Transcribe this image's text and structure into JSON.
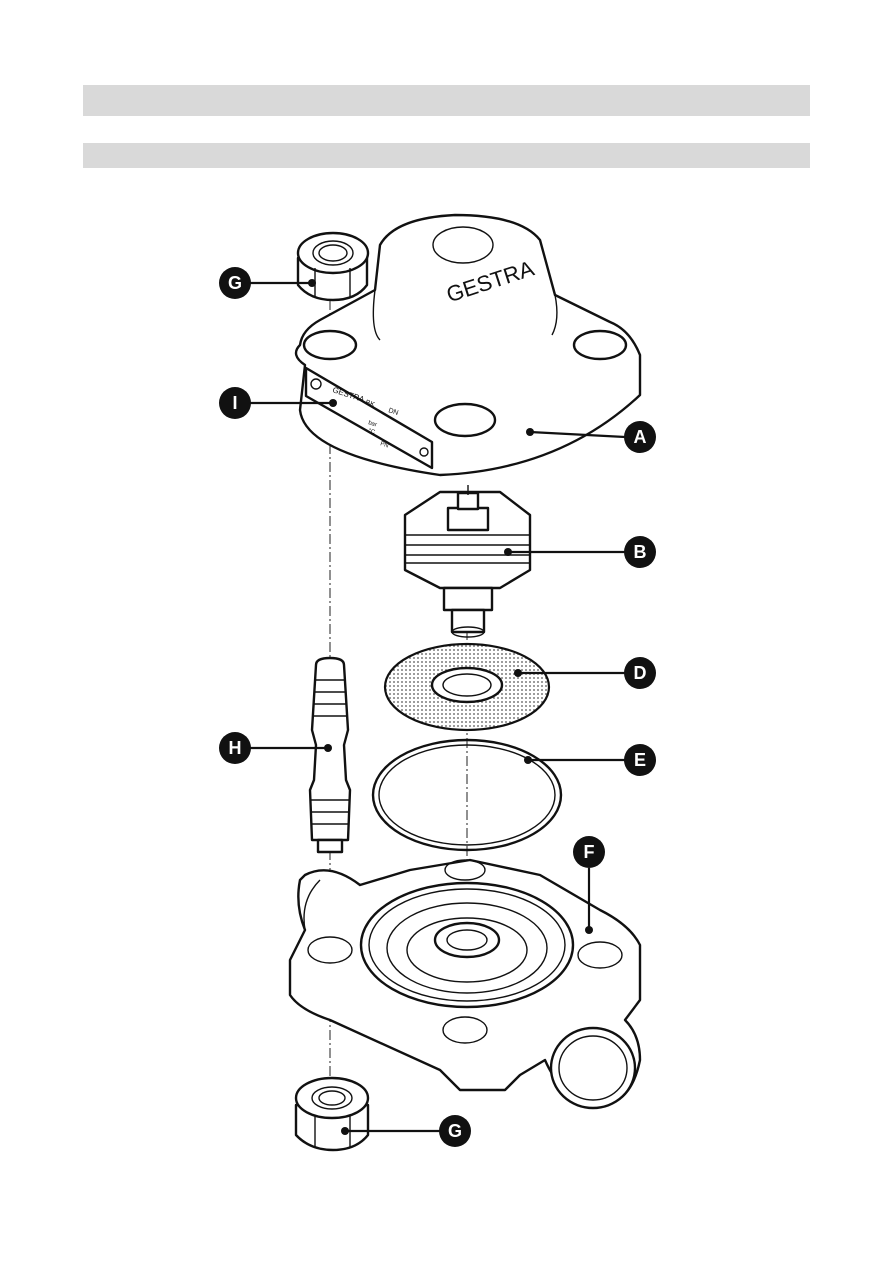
{
  "header": {
    "bar_top": "",
    "bar_bottom": ""
  },
  "cover": {
    "brand_text": "GESTRA"
  },
  "nameplate": {
    "brand": "GESTRA",
    "field_pk": "BK",
    "field_dn": "DN",
    "field_bar": "bar",
    "field_temp": "°C",
    "field_pn": "PN"
  },
  "callouts": [
    {
      "id": "G",
      "label": "G"
    },
    {
      "id": "I",
      "label": "I"
    },
    {
      "id": "A",
      "label": "A"
    },
    {
      "id": "B",
      "label": "B"
    },
    {
      "id": "D",
      "label": "D"
    },
    {
      "id": "H",
      "label": "H"
    },
    {
      "id": "E",
      "label": "E"
    },
    {
      "id": "F",
      "label": "F"
    },
    {
      "id": "G2",
      "label": "G"
    }
  ],
  "colors": {
    "callout_fill": "#111111",
    "callout_text": "#ffffff",
    "header_bar": "#d9d9d9"
  }
}
